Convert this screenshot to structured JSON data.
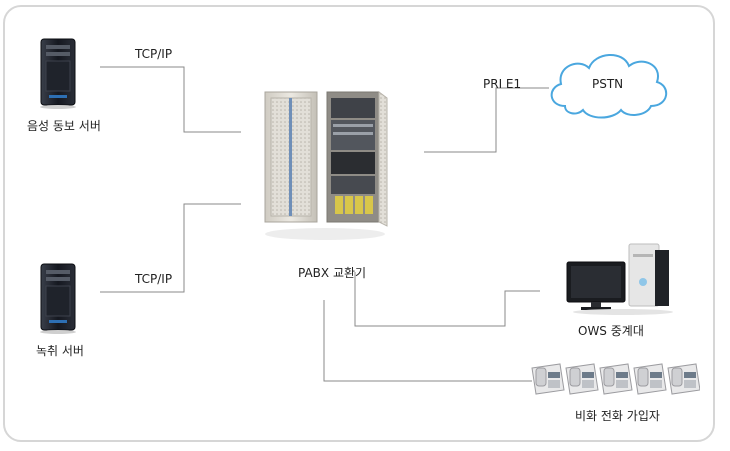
{
  "labels": {
    "voice_server": "음성 동보 서버",
    "record_server": "녹취 서버",
    "pabx": "PABX 교환기",
    "pstn": "PSTN",
    "ows": "OWS  중계대",
    "phones": "비화 전화 가입자"
  },
  "links": {
    "tcp_top": "TCP/IP",
    "tcp_bottom": "TCP/IP",
    "pri": "PRI E1"
  },
  "colors": {
    "line": "#8a8a8a",
    "frame": "#d6d6d6",
    "cloud_stroke": "#4aa7df",
    "cloud_fill": "#ffffff"
  }
}
